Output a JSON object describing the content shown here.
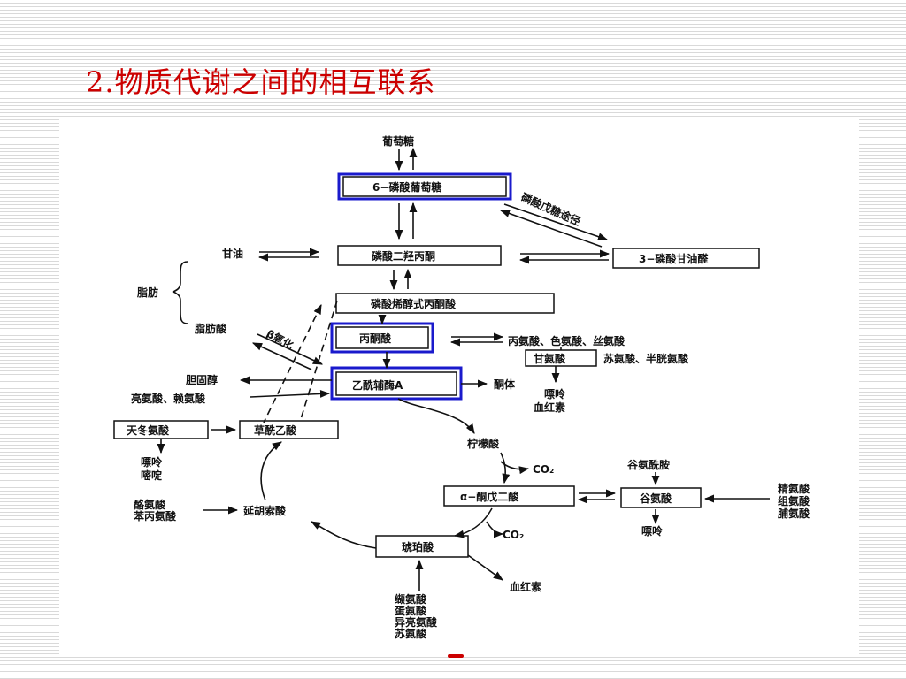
{
  "slide": {
    "title": "2.物质代谢之间的相互联系"
  },
  "colors": {
    "title": "#cc0000",
    "highlight_box": "#1a1acc",
    "ink": "#111111"
  },
  "nodes": {
    "glucose": "葡萄糖",
    "g6p": "6−磷酸葡萄糖",
    "pentose_pathway": "磷酸戊糖途径",
    "glycerol": "甘油",
    "dhap": "磷酸二羟丙酮",
    "g3p_aldehyde": "3−磷酸甘油醛",
    "fat": "脂肪",
    "fatty_acid": "脂肪酸",
    "pep": "磷酸烯醇式丙酮酸",
    "beta_oxidation": "β氧化",
    "pyruvate": "丙酮酸",
    "ala_trp_ser": "丙氨酸、色氨酸、丝氨酸",
    "glycine": "甘氨酸",
    "thr_cys": "苏氨酸、半胱氨酸",
    "cholesterol": "胆固醇",
    "acetyl_coa": "乙酰辅酶A",
    "ketone_bodies": "酮体",
    "leu_lys": "亮氨酸、赖氨酸",
    "purine_1": "嘌呤",
    "heme_1": "血红素",
    "asp": "天冬氨酸",
    "oxaloacetate": "草酰乙酸",
    "citrate": "柠檬酸",
    "purine_pyrimidine_1": "嘌呤",
    "purine_pyrimidine_2": "嘧啶",
    "co2_1": "CO₂",
    "glutamine": "谷氨酰胺",
    "akg": "α−酮戊二酸",
    "glutamate": "谷氨酸",
    "arg": "精氨酸",
    "his": "组氨酸",
    "pro": "脯氨酸",
    "tyr": "酪氨酸",
    "phe": "苯丙氨酸",
    "fumarate": "延胡索酸",
    "co2_2": "CO₂",
    "purine_2": "嘌呤",
    "succinyl": "琥珀酸",
    "heme_2": "血红素",
    "val": "缬氨酸",
    "met": "蛋氨酸",
    "ile": "异亮氨酸",
    "thr": "苏氨酸"
  }
}
